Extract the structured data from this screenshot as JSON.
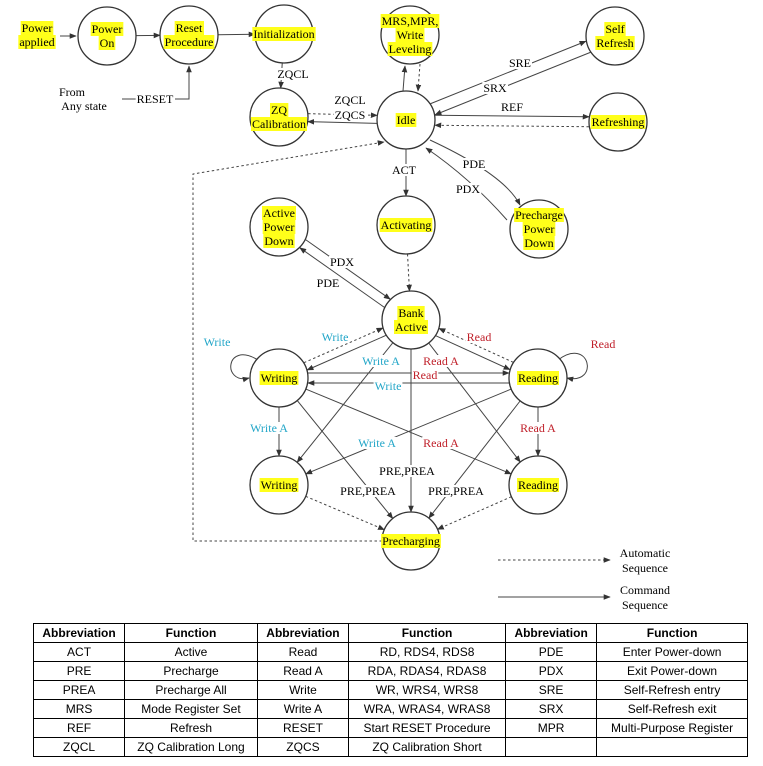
{
  "states": {
    "power_applied": [
      "Power",
      "applied"
    ],
    "power_on": [
      "Power",
      "On"
    ],
    "reset_procedure": [
      "Reset",
      "Procedure"
    ],
    "initialization": [
      "Initialization"
    ],
    "mrs": [
      "MRS,MPR,",
      "Write",
      "Leveling"
    ],
    "self_refresh": [
      "Self",
      "Refresh"
    ],
    "zq_calibration": [
      "ZQ",
      "Calibration"
    ],
    "idle": [
      "Idle"
    ],
    "refreshing": [
      "Refreshing"
    ],
    "active_power_down": [
      "Active",
      "Power",
      "Down"
    ],
    "activating": [
      "Activating"
    ],
    "precharge_power_down": [
      "Precharge",
      "Power",
      "Down"
    ],
    "bank_active": [
      "Bank",
      "Active"
    ],
    "writing_1": [
      "Writing"
    ],
    "reading_1": [
      "Reading"
    ],
    "writing_2": [
      "Writing"
    ],
    "reading_2": [
      "Reading"
    ],
    "precharging": [
      "Precharging"
    ]
  },
  "from_any_state": [
    "From",
    "Any state"
  ],
  "edge_labels": {
    "reset": "RESET",
    "zqcl_init": "ZQCL",
    "zqcl": "ZQCL",
    "zqcs": "ZQCS",
    "sre": "SRE",
    "srx": "SRX",
    "ref": "REF",
    "act": "ACT",
    "pde_pre": "PDE",
    "pdx_pre": "PDX",
    "pdx_act": "PDX",
    "pde_act": "PDE",
    "write_self": "Write",
    "write_ba": "Write",
    "write_a_1": "Write A",
    "read_a_1": "Read A",
    "read_ba": "Read",
    "read_self": "Read",
    "read_w2r": "Read",
    "write_r2w": "Write",
    "write_a_left": "Write A",
    "write_a_2": "Write A",
    "read_a_2": "Read A",
    "read_a_right": "Read A",
    "pre_prea_center": "PRE,PREA",
    "pre_prea_left": "PRE,PREA",
    "pre_prea_right": "PRE,PREA"
  },
  "legend": {
    "automatic": [
      "Automatic",
      "Sequence"
    ],
    "command": [
      "Command",
      "Sequence"
    ]
  },
  "table": {
    "headers": [
      "Abbreviation",
      "Function",
      "Abbreviation",
      "Function",
      "Abbreviation",
      "Function"
    ],
    "rows": [
      [
        "ACT",
        "Active",
        "Read",
        "RD, RDS4, RDS8",
        "PDE",
        "Enter Power-down"
      ],
      [
        "PRE",
        "Precharge",
        "Read A",
        "RDA, RDAS4, RDAS8",
        "PDX",
        "Exit Power-down"
      ],
      [
        "PREA",
        "Precharge All",
        "Write",
        "WR, WRS4, WRS8",
        "SRE",
        "Self-Refresh entry"
      ],
      [
        "MRS",
        "Mode Register Set",
        "Write A",
        "WRA, WRAS4, WRAS8",
        "SRX",
        "Self-Refresh exit"
      ],
      [
        "REF",
        "Refresh",
        "RESET",
        "Start RESET Procedure",
        "MPR",
        "Multi-Purpose Register"
      ],
      [
        "ZQCL",
        "ZQ Calibration Long",
        "ZQCS",
        "ZQ Calibration Short",
        "",
        ""
      ]
    ]
  },
  "colors": {
    "highlight": "#ffff1a",
    "write_label": "#22a6c8",
    "read_label": "#c0202a"
  }
}
